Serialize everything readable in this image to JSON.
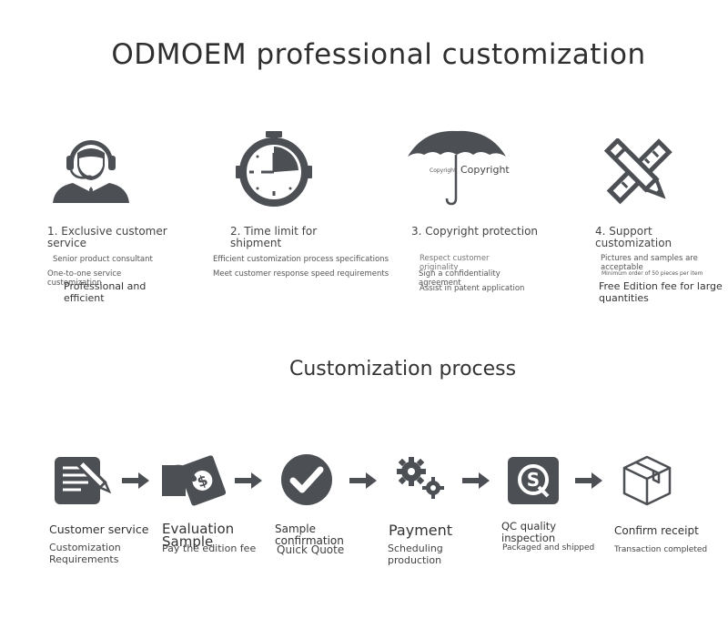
{
  "title": "ODMOEM professional customization",
  "features": [
    {
      "icon": "customer-service-headset-icon",
      "title": "1. Exclusive customer service",
      "lines": [
        "Senior product consultant",
        "One-to-one service customization",
        "Professional and efficient"
      ]
    },
    {
      "icon": "stopwatch-icon",
      "title": "2. Time limit for shipment",
      "lines": [
        "Efficient customization process specifications",
        "Meet customer response speed requirements"
      ]
    },
    {
      "icon": "umbrella-icon",
      "title": "3. Copyright protection",
      "umbrella_small": "Copyright",
      "umbrella_big": "Copyright",
      "lines": [
        "Respect customer originality",
        "Sign a confidentiality agreement",
        "Assist in patent application"
      ]
    },
    {
      "icon": "pencil-ruler-icon",
      "title": "4. Support customization",
      "lines": [
        "Pictures and samples are acceptable",
        "Minimum order of 50 pieces per item",
        "Free Edition fee for large quantities"
      ]
    }
  ],
  "process_title": "Customization process",
  "steps": [
    {
      "icon": "document-pen-icon",
      "label": "Customer service",
      "sub": "Customization Requirements"
    },
    {
      "icon": "money-hand-icon",
      "label": "Evaluation Sample",
      "sub": "Pay the edition fee"
    },
    {
      "icon": "checkmark-circle-icon",
      "label": "Sample confirmation",
      "sub": "Quick Quote"
    },
    {
      "icon": "gears-icon",
      "label": "Payment",
      "sub": "Scheduling production"
    },
    {
      "icon": "qc-inspection-icon",
      "label": "QC quality inspection",
      "sub": "Packaged and shipped"
    },
    {
      "icon": "box-icon",
      "label": "Confirm receipt",
      "sub": "Transaction completed"
    }
  ],
  "colors": {
    "icon": "#4c4f53",
    "text": "#333333"
  }
}
